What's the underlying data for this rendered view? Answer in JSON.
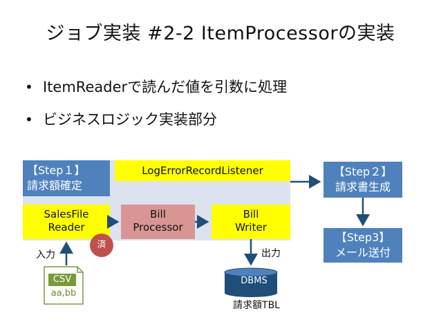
{
  "slide": {
    "title": "ジョブ実装 #2-2 ItemProcessorの実装",
    "bullets": [
      "ItemReaderで読んだ値を引数に処理",
      "ビジネスロジック実装部分"
    ],
    "bullet_mark": "•"
  },
  "diagram": {
    "step1": {
      "line1": "【Step１】",
      "line2": "請求額確定"
    },
    "listener": "LogErrorRecordListener",
    "reader": {
      "line1": "SalesFile",
      "line2": "Reader"
    },
    "processor": {
      "line1": "Bill",
      "line2": "Processor"
    },
    "writer": {
      "line1": "Bill",
      "line2": "Writer"
    },
    "done_badge": "済",
    "input_label": "入力",
    "output_label": "出力",
    "csv": {
      "label": "CSV",
      "content": "aa,bb"
    },
    "dbms": {
      "label": "DBMS",
      "table": "請求額TBL"
    },
    "step2": {
      "line1": "【Step２】",
      "line2": "請求書生成"
    },
    "step3": {
      "line1": "【Step3】",
      "line2": "メール送付"
    }
  },
  "colors": {
    "blue": "#4f81bd",
    "light_blue": "#dce3ef",
    "yellow": "#ffff00",
    "pink": "#d99594",
    "red": "#c0504d",
    "green": "#7a9a3c",
    "arrow": "#1f4e79"
  }
}
